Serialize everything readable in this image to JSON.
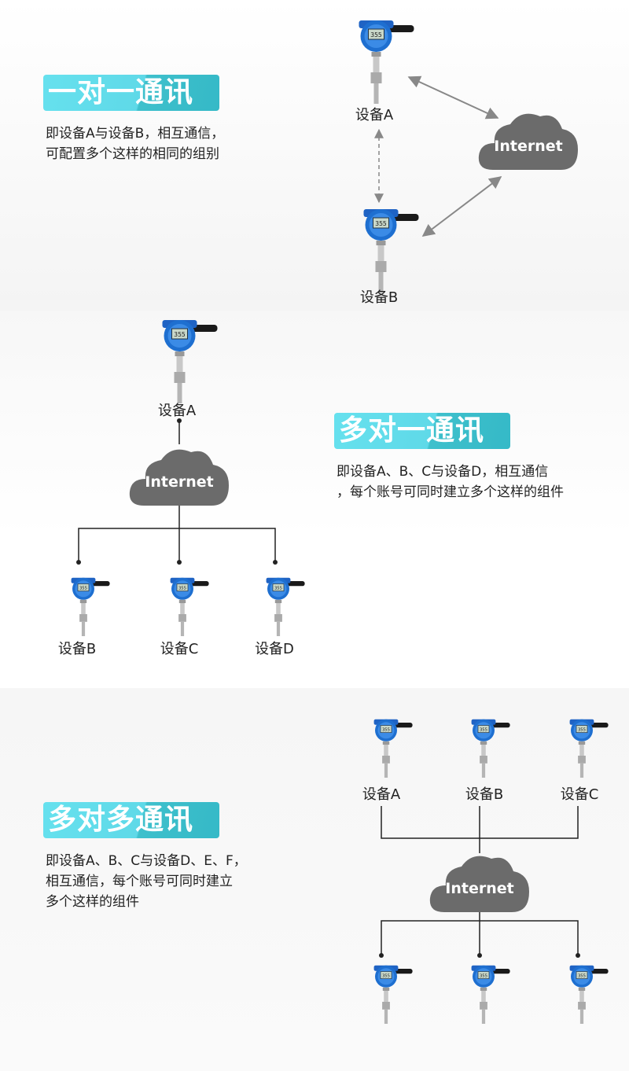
{
  "sections": [
    {
      "title": "一对一通讯",
      "desc": [
        "即设备A与设备B，相互通信，",
        "可配置多个这样的相同的组别"
      ],
      "devices": [
        "设备A",
        "设备B"
      ],
      "cloud": "Internet"
    },
    {
      "title": "多对一通讯",
      "desc": [
        "即设备A、B、C与设备D，相互通信",
        "，每个账号可同时建立多个这样的组件"
      ],
      "devices": [
        "设备A",
        "设备B",
        "设备C",
        "设备D"
      ],
      "cloud": "Internet"
    },
    {
      "title": "多对多通讯",
      "desc": [
        "即设备A、B、C与设备D、E、F，",
        "相互通信，每个账号可同时建立",
        "多个这样的组件"
      ],
      "devices": [
        "设备A",
        "设备B",
        "设备C"
      ],
      "cloud": "Internet"
    }
  ],
  "colors": {
    "badge": "#4fd0de",
    "device": "#1e6fd0",
    "cloud": "#6b6b6b"
  }
}
